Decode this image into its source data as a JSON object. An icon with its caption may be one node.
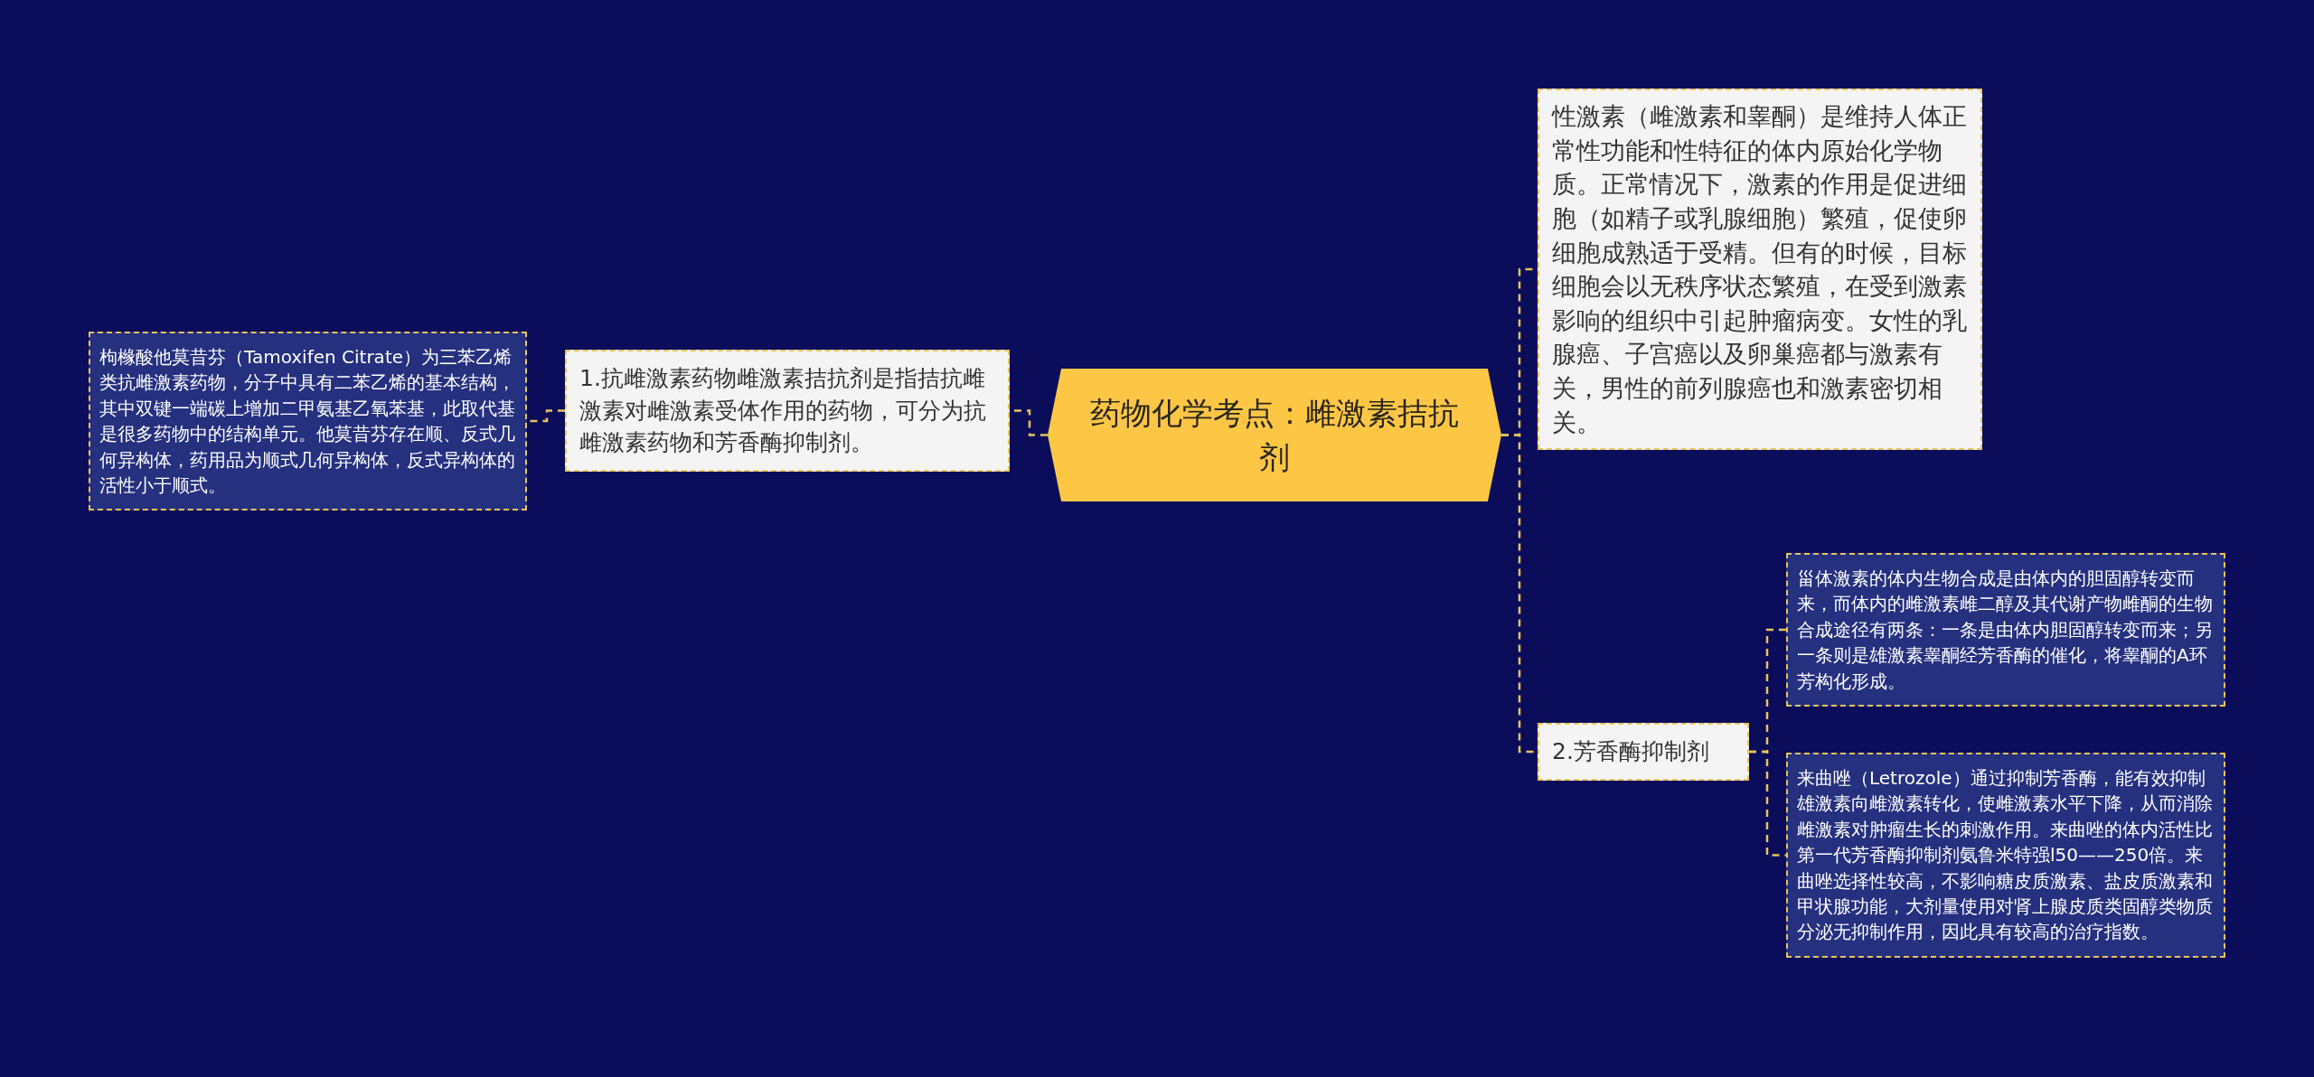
{
  "diagram": {
    "nodes": [
      {
        "text": [
          "药物化学考点：雌激素拮抗剂"
        ]
      },
      {
        "text": [
          "1.抗雌激素药物雌激素拮抗剂是指拮抗雌激素对雌激素受体作用的药物，可分为抗雌激素药物和芳香酶抑制剂。"
        ]
      },
      {
        "text": [
          "枸橼酸他莫昔芬（Tamoxifen Citrate）为三苯乙烯类抗雌激素药物，分子中具有二苯乙烯的基本结构，其中双键一端碳上增加二甲氨基乙氧苯基，此取代基是很多药物中的结构单元。他莫昔芬存在顺、反式几何异构体，药用品为顺式几何异构体，反式异构体的活性小于顺式。"
        ]
      },
      {
        "text": [
          "性激素（雌激素和睾酮）是维持人体正常性功能和性特征的体内原始化学物质。正常情况下，激素的作用是促进细胞（如精子或乳腺细胞）繁殖，促使卵细胞成熟适于受精。但有的时候，目标细胞会以无秩序状态繁殖，在受到激素影响的组织中引起肿瘤病变。女性的乳腺癌、子宫癌以及卵巢癌都与激素有关，男性的前列腺癌也和激素密切相关。"
        ]
      },
      {
        "text": [
          "2.芳香酶抑制剂"
        ]
      },
      {
        "text": [
          "甾体激素的体内生物合成是由体内的胆固醇转变而来，而体内的雌激素雌二醇及其代谢产物雌酮的生物合成途径有两条：一条是由体内胆固醇转变而来；另一条则是雄激素睾酮经芳香酶的催化，将睾酮的A环芳构化形成。"
        ]
      },
      {
        "text": [
          "来曲唑（Letrozole）通过抑制芳香酶，能有效抑制雄激素向雌激素转化，使雌激素水平下降，从而消除雌激素对肿瘤生长的刺激作用。来曲唑的体内活性比第一代芳香酶抑制剂氨鲁米特强l50——250倍。来曲唑选择性较高，不影响糖皮质激素、盐皮质激素和甲状腺功能，大剂量使用对肾上腺皮质类固醇类物质分泌无抑制作用，因此具有较高的治疗指数。"
        ]
      }
    ],
    "edges": [
      {
        "from": 0,
        "to": 1,
        "arrow": "none",
        "style": "dashed"
      },
      {
        "from": 1,
        "to": 2,
        "arrow": "none",
        "style": "dashed"
      },
      {
        "from": 0,
        "to": 3,
        "arrow": "none",
        "style": "dashed"
      },
      {
        "from": 0,
        "to": 4,
        "arrow": "none",
        "style": "dashed"
      },
      {
        "from": 4,
        "to": 5,
        "arrow": "none",
        "style": "dashed"
      },
      {
        "from": 4,
        "to": 6,
        "arrow": "none",
        "style": "dashed"
      }
    ]
  }
}
